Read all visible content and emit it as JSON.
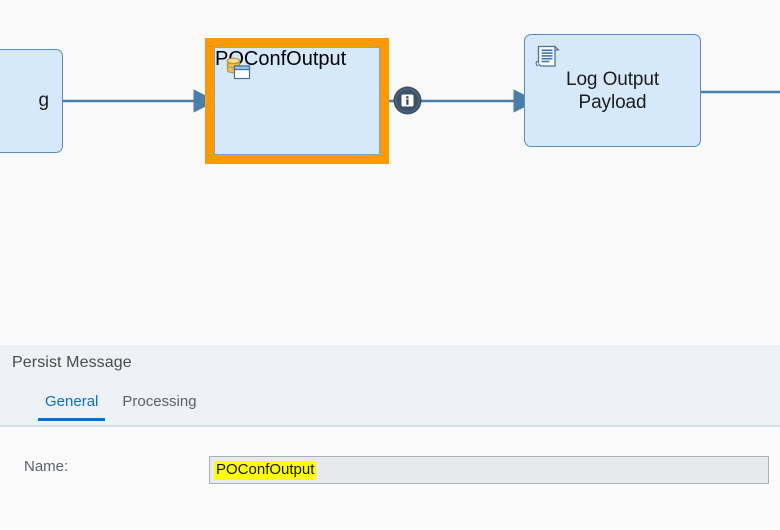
{
  "canvas": {
    "background_color": "#f9f9f9",
    "connector_color": "#4a7fad",
    "nodes": [
      {
        "id": "start",
        "label": "g",
        "full_label_visible": "g",
        "fill": "#d6e9fb",
        "border": "#5a8cc0",
        "selected": false,
        "icon": null
      },
      {
        "id": "persist",
        "label": "POConfOutput",
        "fill": "#d6e9fb",
        "border": "#7aa6cc",
        "selected": true,
        "selection_color": "#ff9900",
        "icon": "database-persist-icon"
      },
      {
        "id": "log",
        "label": "Log Output\nPayload",
        "fill": "#d6e9fb",
        "border": "#5a8cc0",
        "selected": false,
        "icon": "document-log-icon"
      }
    ],
    "badges": [
      {
        "id": "info",
        "icon": "info-badge-icon",
        "circle_color": "#3b5166",
        "tooltip_letter": "i"
      }
    ]
  },
  "panel": {
    "title": "Persist Message",
    "active_tab": "General",
    "accent_color": "#0a6ed1",
    "header_background": "#eef2f6",
    "tabs": [
      {
        "label": "General",
        "active": true
      },
      {
        "label": "Processing",
        "active": false
      }
    ],
    "fields": [
      {
        "label": "Name:",
        "value": "POConfOutput",
        "highlight_color": "#ffff00",
        "readonly": true,
        "background": "#e7e9ec"
      }
    ]
  }
}
